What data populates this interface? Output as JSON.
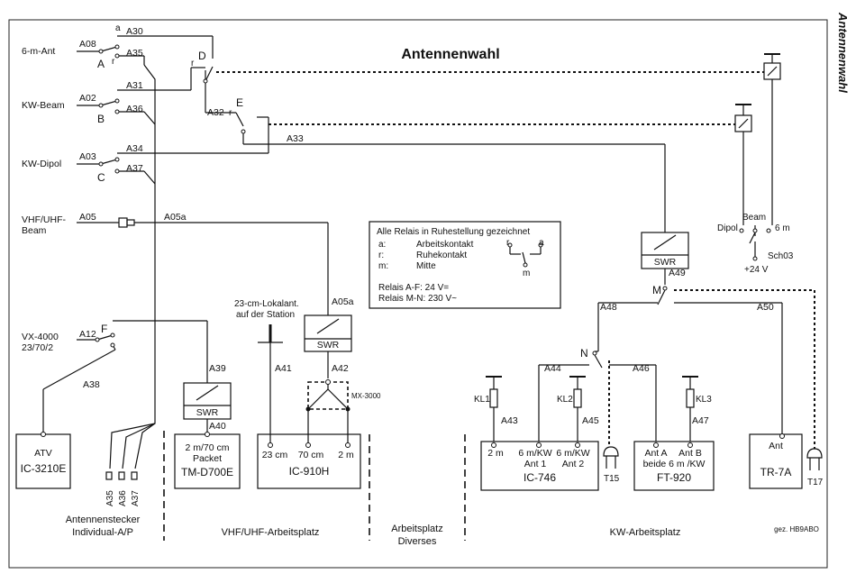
{
  "title": "Antennenwahl",
  "side_title": "Antennenwahl",
  "inputs": {
    "ant6m": "6-m-Ant",
    "kwbeam": "KW-Beam",
    "kwdipol": "KW-Dipol",
    "vhf1": "VHF/UHF-",
    "vhf2": "Beam",
    "vx1": "VX-4000",
    "vx2": "23/70/2"
  },
  "cables": [
    "A08",
    "A30",
    "A35",
    "A02",
    "A31",
    "A36",
    "A03",
    "A34",
    "A37",
    "A05",
    "A05a",
    "A32",
    "A33",
    "A12",
    "A38",
    "A39",
    "A40",
    "A41",
    "A42",
    "A43",
    "A44",
    "A45",
    "A46",
    "A47",
    "A48",
    "A49",
    "A50"
  ],
  "relays": {
    "A": "A",
    "B": "B",
    "C": "C",
    "D": "D",
    "E": "E",
    "F": "F",
    "M": "M",
    "N": "N"
  },
  "contacts": {
    "a": "a",
    "r": "r",
    "m": "m"
  },
  "legend": {
    "l1": "Alle Relais in Ruhestellung gezeichnet",
    "a_key": "a:",
    "a_val": "Arbeitskontakt",
    "r_key": "r:",
    "r_val": "Ruhekontakt",
    "m_key": "m:",
    "m_val": "Mitte",
    "sym_r": "r",
    "sym_a": "a",
    "sym_m": "m",
    "v1": "Relais A-F: 24 V=",
    "v2": "Relais M-N: 230 V~"
  },
  "swr": "SWR",
  "local1": "23-cm-Lokalant.",
  "local2": "auf der Station",
  "mx": "MX-3000",
  "kl": [
    "KL1",
    "KL2",
    "KL3"
  ],
  "sch": {
    "dipol": "Dipol",
    "beam": "Beam",
    "m6": "6 m",
    "name": "Sch03",
    "v": "+24 V"
  },
  "devices": {
    "ic3210_top": "ATV",
    "ic3210": "IC-3210E",
    "tmd_l1": "2 m/70 cm",
    "tmd_l2": "Packet",
    "tmd": "TM-D700E",
    "ic910_p1": "23 cm",
    "ic910_p2": "70 cm",
    "ic910_p3": "2 m",
    "ic910": "IC-910H",
    "ic746_p1": "2 m",
    "ic746_p2a": "6 m/KW",
    "ic746_p2b": "Ant 1",
    "ic746_p3a": "6 m/KW",
    "ic746_p3b": "Ant 2",
    "ic746": "IC-746",
    "ft_p1": "Ant A",
    "ft_p2": "Ant B",
    "ft_p3": "beide 6 m /KW",
    "ft": "FT-920",
    "tr_p": "Ant",
    "tr": "TR-7A"
  },
  "plugs": [
    "A35",
    "A36",
    "A37"
  ],
  "t15": "T15",
  "t17": "T17",
  "sections": {
    "s1a": "Antennenstecker",
    "s1b": "Individual-A/P",
    "s2": "VHF/UHF-Arbeitsplatz",
    "s3a": "Arbeitsplatz",
    "s3b": "Diverses",
    "s4": "KW-Arbeitsplatz"
  },
  "credit": "gez. HB9ABO"
}
